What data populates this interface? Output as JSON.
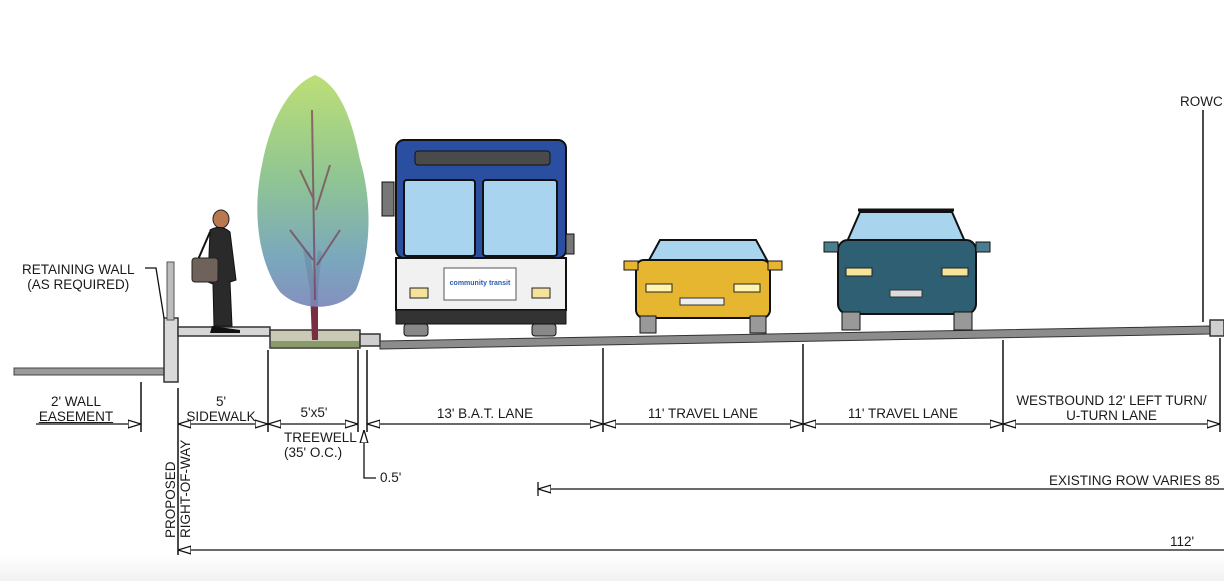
{
  "diagram": {
    "type": "street-cross-section",
    "callouts": {
      "retaining_wall_line1": "RETAINING WALL",
      "retaining_wall_line2": "(AS REQUIRED)",
      "row_marker": "ROW",
      "row_marker_suffix": "C",
      "proposed_row_line1": "PROPOSED",
      "proposed_row_line2": "RIGHT-OF-WAY",
      "offset_dimension": "0.5'"
    },
    "segments": [
      {
        "line1": "2' WALL",
        "line2": "EASEMENT",
        "width_ft": 2
      },
      {
        "line1": "5'",
        "line2": "SIDEWALK",
        "width_ft": 5
      },
      {
        "line1": "5'x5'",
        "line2": "TREEWELL",
        "line3": "(35' O.C.)",
        "width_ft": 5
      },
      {
        "line1": "13' B.A.T. LANE",
        "width_ft": 13
      },
      {
        "line1": "11' TRAVEL LANE",
        "width_ft": 11
      },
      {
        "line1": "11' TRAVEL LANE",
        "width_ft": 11
      },
      {
        "line1": "WESTBOUND 12' LEFT TURN/",
        "line2": "U-TURN LANE",
        "width_ft": 12
      }
    ],
    "overall_dimensions": {
      "existing_row": "EXISTING ROW VARIES 85",
      "total": "112'"
    },
    "figures": {
      "pedestrian": "pedestrian-with-bag",
      "tree": "street-tree",
      "bus": {
        "brand": "community transit",
        "body_color": "#2a4fa0",
        "window_color": "#a9d4f0"
      },
      "car_yellow": {
        "color": "#e6b630"
      },
      "car_teal": {
        "color": "#2f5f73"
      }
    }
  }
}
